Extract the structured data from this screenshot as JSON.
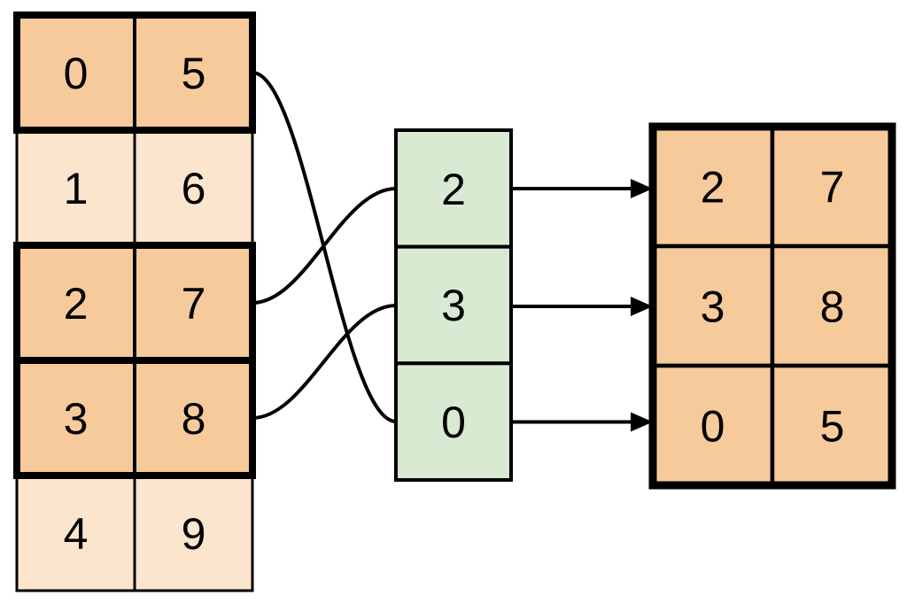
{
  "colors": {
    "highlight_fill": "#F7CA9B",
    "muted_fill": "#FCE5CD",
    "index_fill": "#D9EAD3",
    "line": "#000000",
    "background": "#FFFFFF"
  },
  "source_table": {
    "rows": [
      {
        "cells": [
          "0",
          "5"
        ],
        "highlighted": true
      },
      {
        "cells": [
          "1",
          "6"
        ],
        "highlighted": false
      },
      {
        "cells": [
          "2",
          "7"
        ],
        "highlighted": true
      },
      {
        "cells": [
          "3",
          "8"
        ],
        "highlighted": true
      },
      {
        "cells": [
          "4",
          "9"
        ],
        "highlighted": false
      }
    ]
  },
  "index_column": {
    "cells": [
      "2",
      "3",
      "0"
    ]
  },
  "result_table": {
    "rows": [
      {
        "cells": [
          "2",
          "7"
        ]
      },
      {
        "cells": [
          "3",
          "8"
        ]
      },
      {
        "cells": [
          "0",
          "5"
        ]
      }
    ]
  },
  "connections": {
    "curves": [
      {
        "from_source_row": 0,
        "to_index_cell": 2
      },
      {
        "from_source_row": 2,
        "to_index_cell": 0
      },
      {
        "from_source_row": 3,
        "to_index_cell": 1
      }
    ],
    "arrows": [
      {
        "from_index_cell": 0,
        "to_result_row": 0
      },
      {
        "from_index_cell": 1,
        "to_result_row": 1
      },
      {
        "from_index_cell": 2,
        "to_result_row": 2
      }
    ]
  }
}
